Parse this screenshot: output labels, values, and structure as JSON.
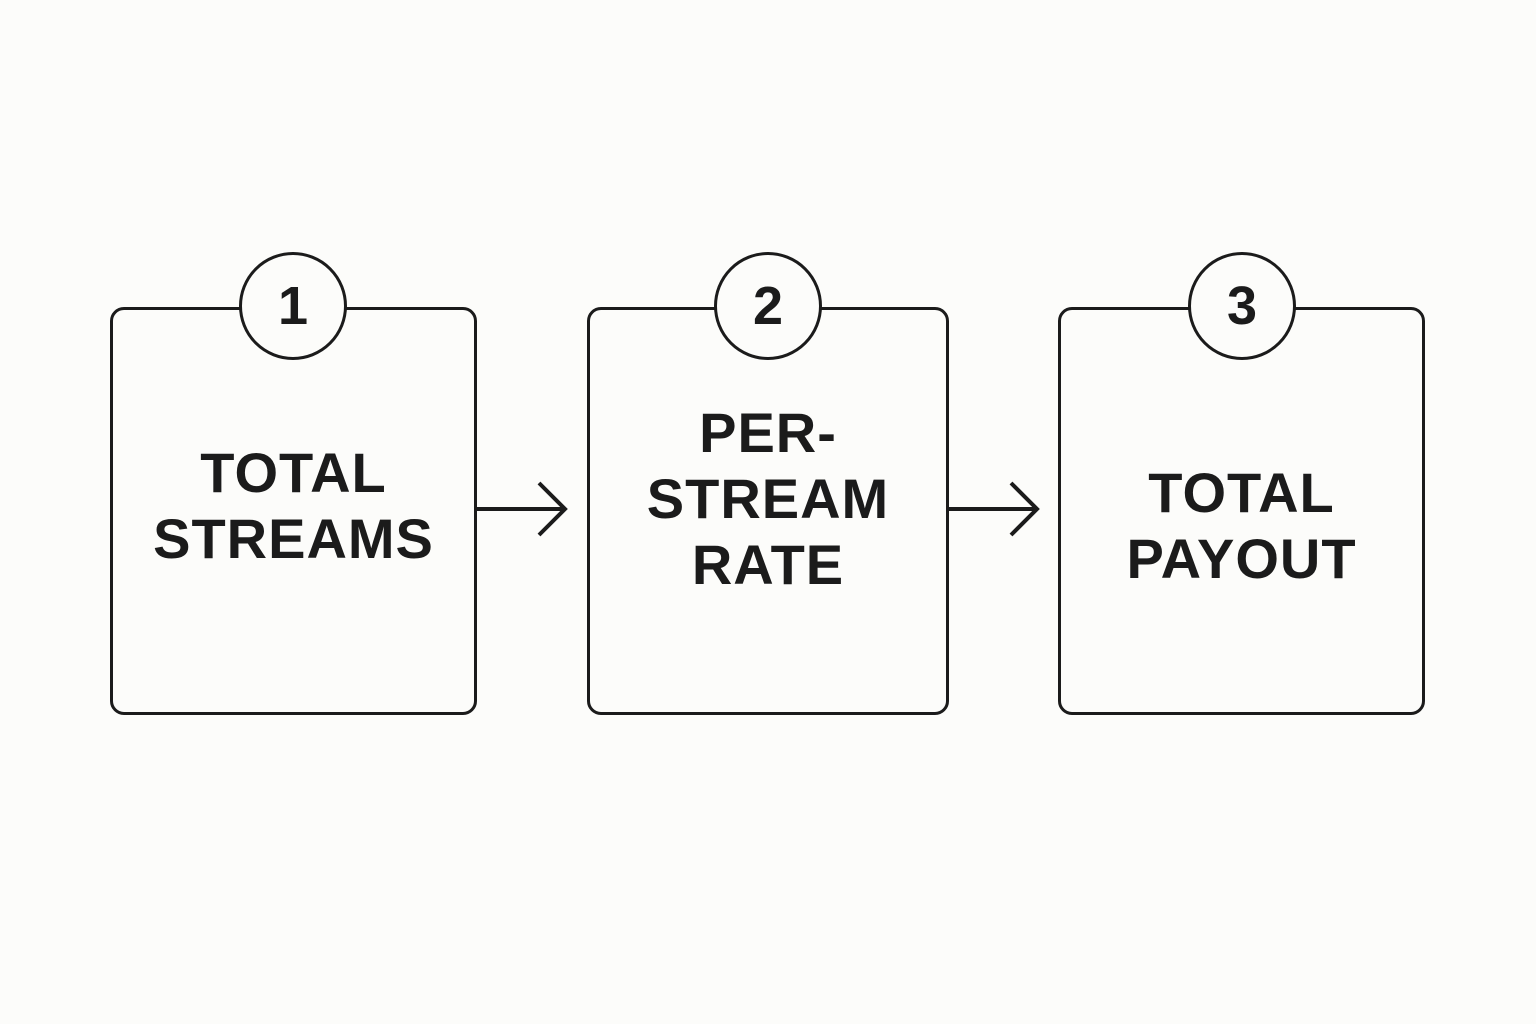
{
  "steps": [
    {
      "number": "1",
      "label": "TOTAL\nSTREAMS"
    },
    {
      "number": "2",
      "label": "PER-\nSTREAM\nRATE"
    },
    {
      "number": "3",
      "label": "TOTAL\nPAYOUT"
    }
  ],
  "icons": {
    "connector": "arrow-right-icon"
  },
  "colors": {
    "background": "#fcfcfa",
    "stroke": "#1b1b1b"
  }
}
